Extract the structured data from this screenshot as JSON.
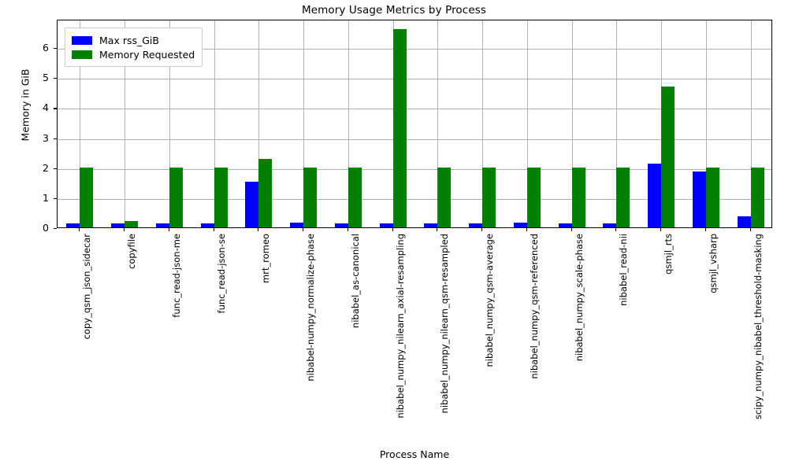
{
  "chart_data": {
    "type": "bar",
    "title": "Memory Usage Metrics by Process",
    "xlabel": "Process Name",
    "ylabel": "Memory in GiB",
    "ylim": [
      0,
      6.95
    ],
    "yticks": [
      0,
      1,
      2,
      3,
      4,
      5,
      6
    ],
    "grid": true,
    "legend_position": "upper left",
    "categories": [
      "copy_qsm_json_sidecar",
      "copyfile",
      "func_read-json-me",
      "func_read-json-se",
      "mrt_romeo",
      "nibabel-numpy_normalize-phase",
      "nibabel_as-canonical",
      "nibabel_numpy_nilearn_axial-resampling",
      "nibabel_numpy_nilearn_qsm-resampled",
      "nibabel_numpy_qsm-average",
      "nibabel_numpy_qsm-referenced",
      "nibabel_numpy_scale-phase",
      "nibabel_read-nii",
      "qsmjl_rts",
      "qsmjl_vsharp",
      "scipy_numpy_nibabel_threshold-masking"
    ],
    "series": [
      {
        "name": "Max rss_GiB",
        "color": "#0000ff",
        "values": [
          0.13,
          0.13,
          0.13,
          0.13,
          1.53,
          0.16,
          0.13,
          0.13,
          0.13,
          0.13,
          0.16,
          0.13,
          0.13,
          2.12,
          1.87,
          0.36
        ]
      },
      {
        "name": "Memory Requested",
        "color": "#008000",
        "values": [
          2.0,
          0.2,
          2.0,
          2.0,
          2.27,
          2.0,
          2.0,
          6.6,
          2.0,
          2.0,
          2.0,
          2.0,
          2.0,
          4.7,
          2.0,
          2.0
        ]
      }
    ]
  },
  "legend": {
    "entries": [
      {
        "label": "Max rss_GiB",
        "color": "#0000ff"
      },
      {
        "label": "Memory Requested",
        "color": "#008000"
      }
    ]
  }
}
